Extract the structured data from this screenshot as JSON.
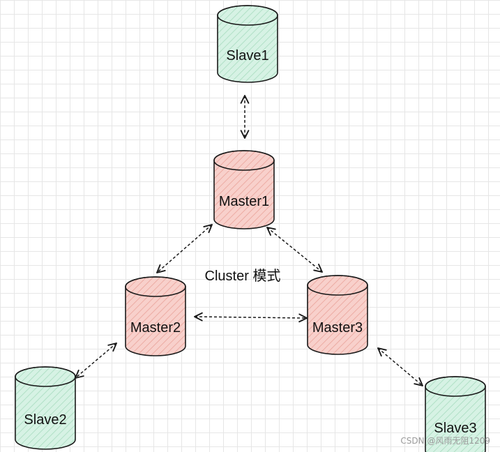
{
  "diagram": {
    "title": "Cluster 模式",
    "colors": {
      "master_fill": "#f8d0cb",
      "master_hatch": "#e9a39a",
      "slave_fill": "#d6f2e4",
      "slave_hatch": "#a8dcbf",
      "stroke": "#1a1a1a"
    },
    "nodes": {
      "slave1": {
        "label": "Slave1",
        "role": "slave"
      },
      "master1": {
        "label": "Master1",
        "role": "master"
      },
      "master2": {
        "label": "Master2",
        "role": "master"
      },
      "master3": {
        "label": "Master3",
        "role": "master"
      },
      "slave2": {
        "label": "Slave2",
        "role": "slave"
      },
      "slave3": {
        "label": "Slave3",
        "role": "slave"
      }
    },
    "connections": [
      {
        "from": "slave1",
        "to": "master1",
        "style": "dashed",
        "arrows": "both"
      },
      {
        "from": "master1",
        "to": "master2",
        "style": "dashed",
        "arrows": "both"
      },
      {
        "from": "master1",
        "to": "master3",
        "style": "dashed",
        "arrows": "both"
      },
      {
        "from": "master2",
        "to": "master3",
        "style": "dashed",
        "arrows": "both"
      },
      {
        "from": "master2",
        "to": "slave2",
        "style": "dashed",
        "arrows": "both"
      },
      {
        "from": "master3",
        "to": "slave3",
        "style": "dashed",
        "arrows": "both"
      }
    ]
  },
  "watermark": "CSDN @风雨无阻1209"
}
